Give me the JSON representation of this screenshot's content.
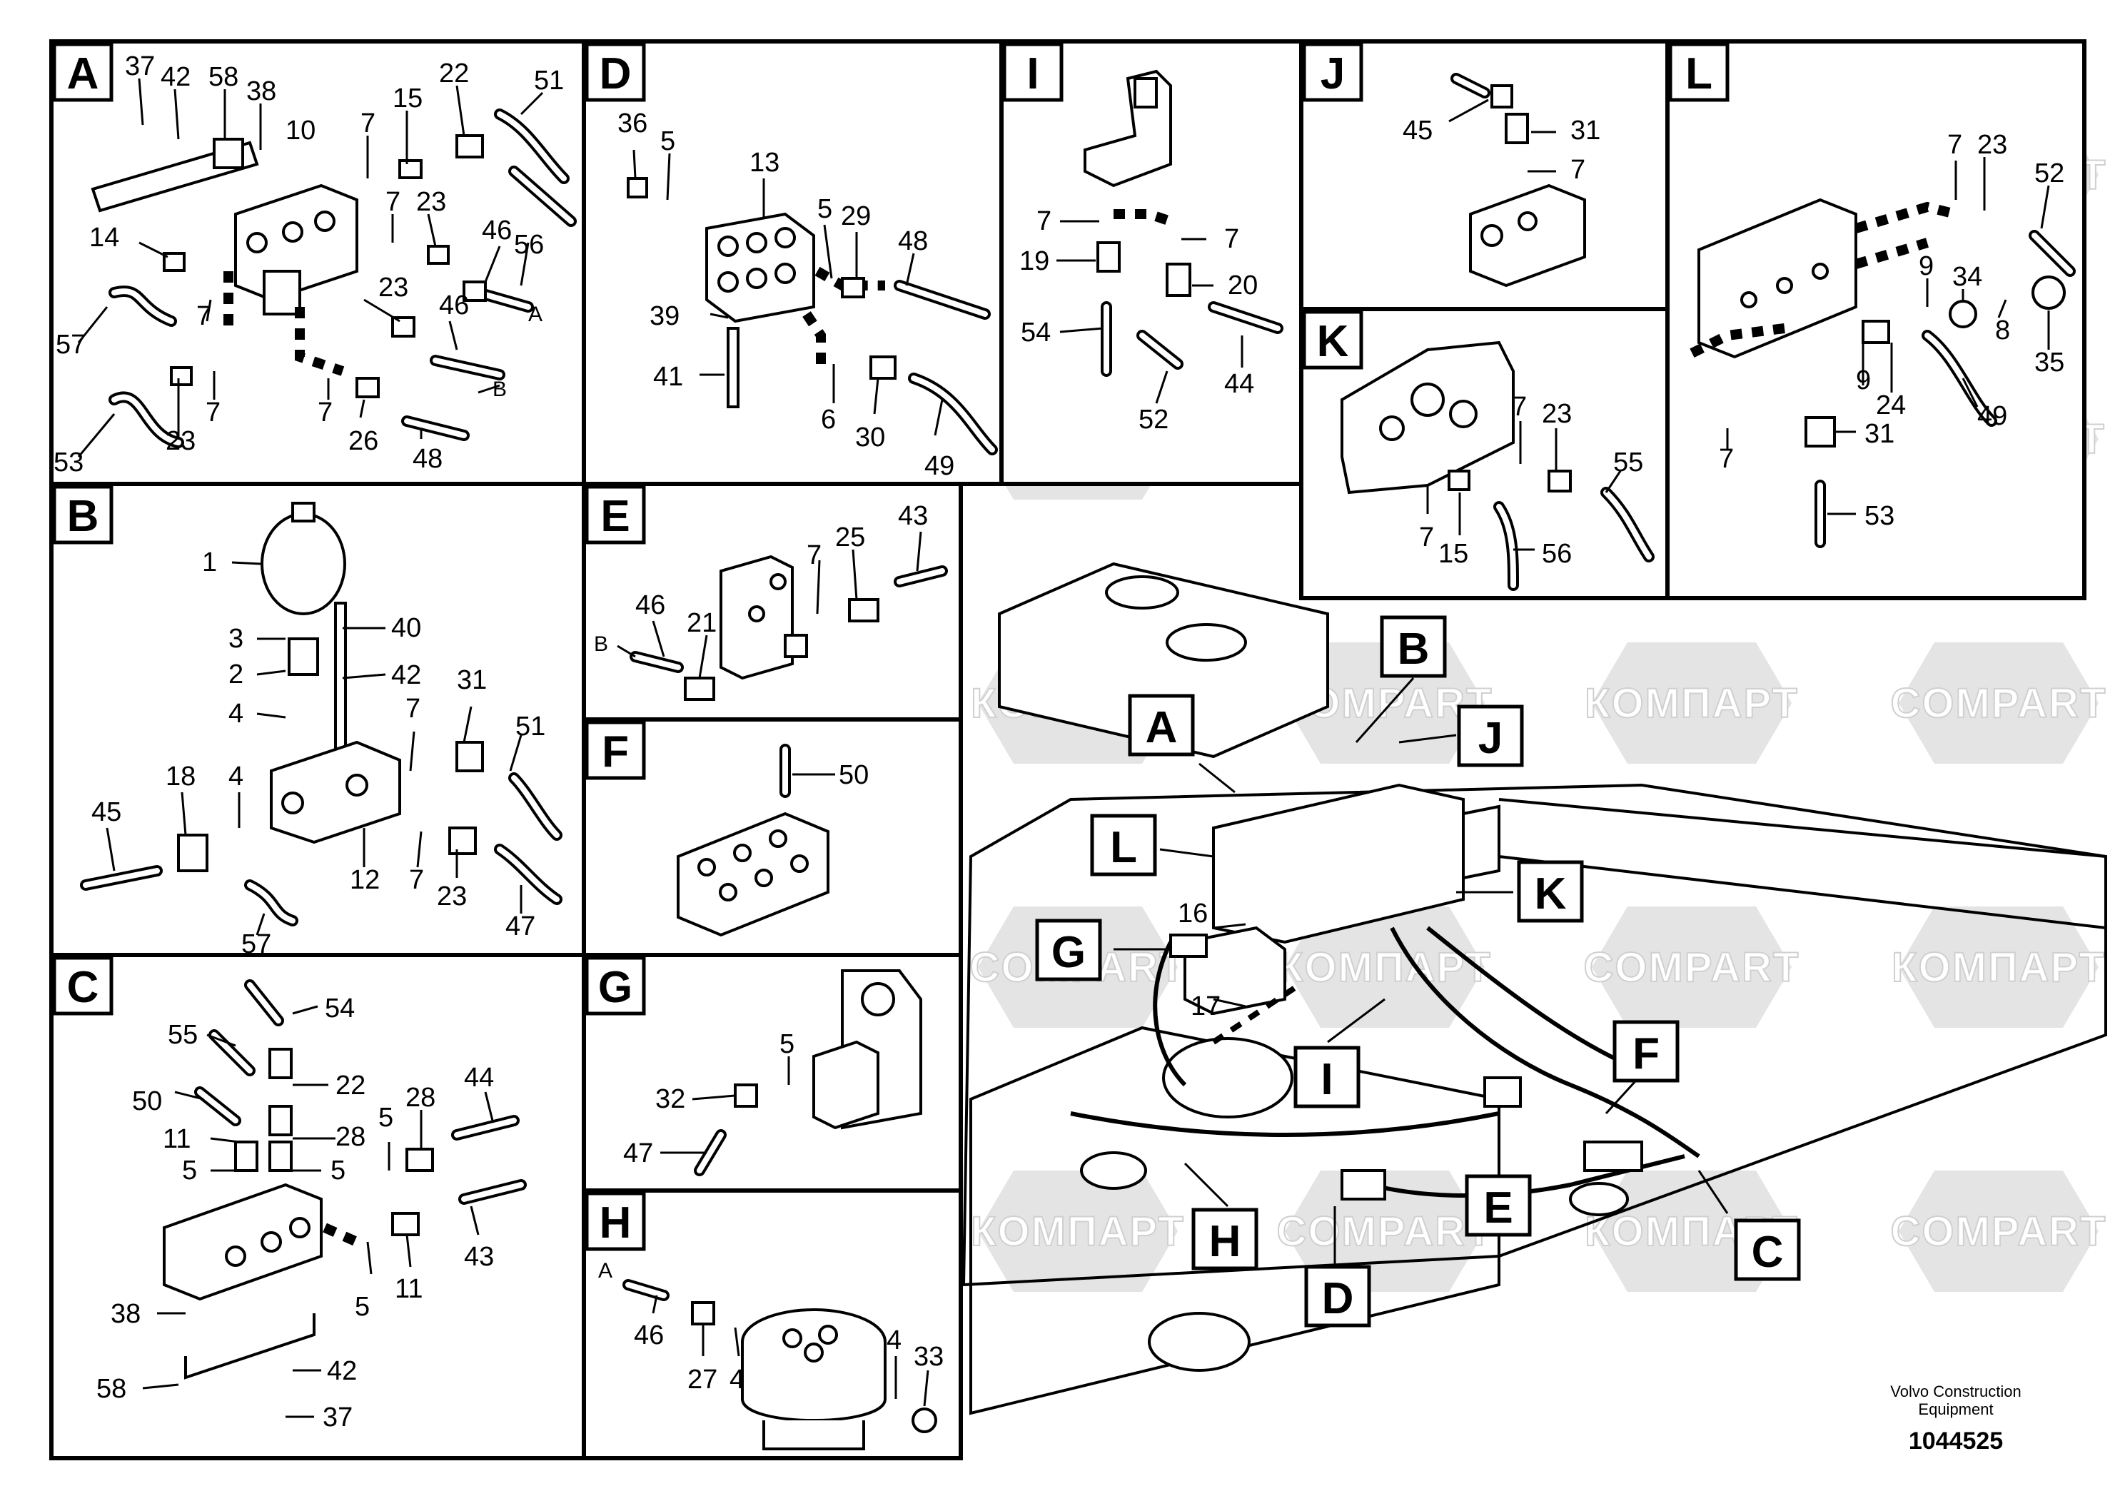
{
  "watermarks": {
    "latin": "COMPART",
    "cyrillic": "КОМПАРТ"
  },
  "footer": {
    "brand_line1": "Volvo Construction",
    "brand_line2": "Equipment",
    "drawing_number": "1044525"
  },
  "panels": [
    {
      "id": "A",
      "label": "A",
      "callouts": [
        "37",
        "42",
        "58",
        "38",
        "10",
        "7",
        "15",
        "22",
        "51",
        "7",
        "23",
        "46",
        "56",
        "14",
        "7",
        "23",
        "46",
        "A",
        "57",
        "7",
        "7",
        "26",
        "48",
        "B",
        "53",
        "23"
      ]
    },
    {
      "id": "D",
      "label": "D",
      "callouts": [
        "36",
        "5",
        "13",
        "5",
        "29",
        "48",
        "39",
        "41",
        "6",
        "30",
        "49"
      ]
    },
    {
      "id": "I",
      "label": "I",
      "callouts": [
        "7",
        "7",
        "19",
        "20",
        "54",
        "44",
        "52"
      ]
    },
    {
      "id": "J",
      "label": "J",
      "callouts": [
        "45",
        "31",
        "7"
      ]
    },
    {
      "id": "L",
      "label": "L",
      "callouts": [
        "7",
        "23",
        "52",
        "9",
        "34",
        "8",
        "35",
        "9",
        "24",
        "49",
        "7",
        "31",
        "53"
      ]
    },
    {
      "id": "K",
      "label": "K",
      "callouts": [
        "7",
        "23",
        "55",
        "7",
        "15",
        "56"
      ]
    },
    {
      "id": "B",
      "label": "B",
      "callouts": [
        "1",
        "40",
        "3",
        "42",
        "2",
        "4",
        "31",
        "7",
        "51",
        "18",
        "4",
        "45",
        "12",
        "7",
        "23",
        "47",
        "57"
      ]
    },
    {
      "id": "E",
      "label": "E",
      "callouts": [
        "43",
        "7",
        "25",
        "46",
        "21",
        "B"
      ]
    },
    {
      "id": "F",
      "label": "F",
      "callouts": [
        "50"
      ]
    },
    {
      "id": "G",
      "label": "G",
      "callouts": [
        "5",
        "32",
        "47"
      ]
    },
    {
      "id": "H",
      "label": "H",
      "callouts": [
        "A",
        "46",
        "27",
        "4",
        "4",
        "33"
      ]
    },
    {
      "id": "C",
      "label": "C",
      "callouts": [
        "54",
        "55",
        "22",
        "50",
        "28",
        "44",
        "5",
        "11",
        "28",
        "5",
        "5",
        "43",
        "11",
        "5",
        "38",
        "42",
        "58",
        "37"
      ]
    }
  ],
  "main_view": {
    "tags": [
      "B",
      "A",
      "J",
      "L",
      "K",
      "G",
      "I",
      "F",
      "E",
      "C",
      "H",
      "D"
    ],
    "callouts": [
      "16",
      "17"
    ]
  }
}
